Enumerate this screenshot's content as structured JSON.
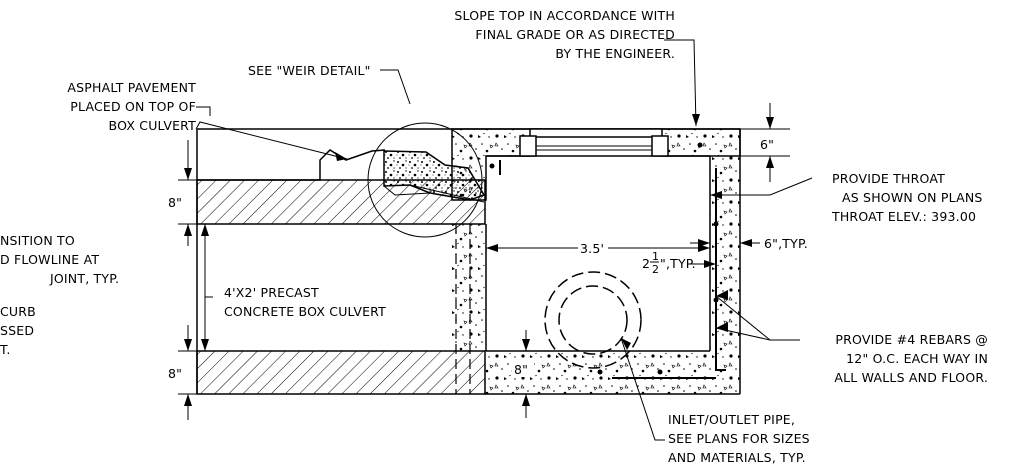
{
  "notes": {
    "slope_top": [
      "SLOPE TOP IN ACCORDANCE WITH",
      "FINAL GRADE OR AS DIRECTED",
      "BY THE ENGINEER."
    ],
    "weir_detail": "SEE \"WEIR DETAIL\"",
    "asphalt": [
      "ASPHALT PAVEMENT",
      "PLACED ON TOP OF",
      "BOX CULVERT"
    ],
    "transition_partial": [
      "NSITION TO",
      "D FLOWLINE AT",
      "JOINT, TYP."
    ],
    "curb_partial": [
      "CURB",
      "SSED",
      "T."
    ],
    "culvert": [
      "4'X2' PRECAST",
      "CONCRETE BOX CULVERT"
    ],
    "throat": [
      "PROVIDE THROAT",
      "AS SHOWN ON PLANS",
      "THROAT ELEV.: 393.00"
    ],
    "rebars": [
      "PROVIDE #4 REBARS @",
      "12\" O.C. EACH WAY IN",
      "ALL WALLS AND FLOOR."
    ],
    "pipe": [
      "INLET/OUTLET PIPE,",
      "SEE PLANS FOR SIZES",
      "AND MATERIALS, TYP."
    ]
  },
  "dimensions": {
    "top_slab": "6\"",
    "wall": "6\",TYP.",
    "width": "3.5'",
    "cover_whole": "2",
    "cover_num": "1",
    "cover_den": "2",
    "cover_suffix": "\",TYP.",
    "culvert_top": "8\"",
    "culvert_bottom": "8\"",
    "floor": "8\""
  }
}
